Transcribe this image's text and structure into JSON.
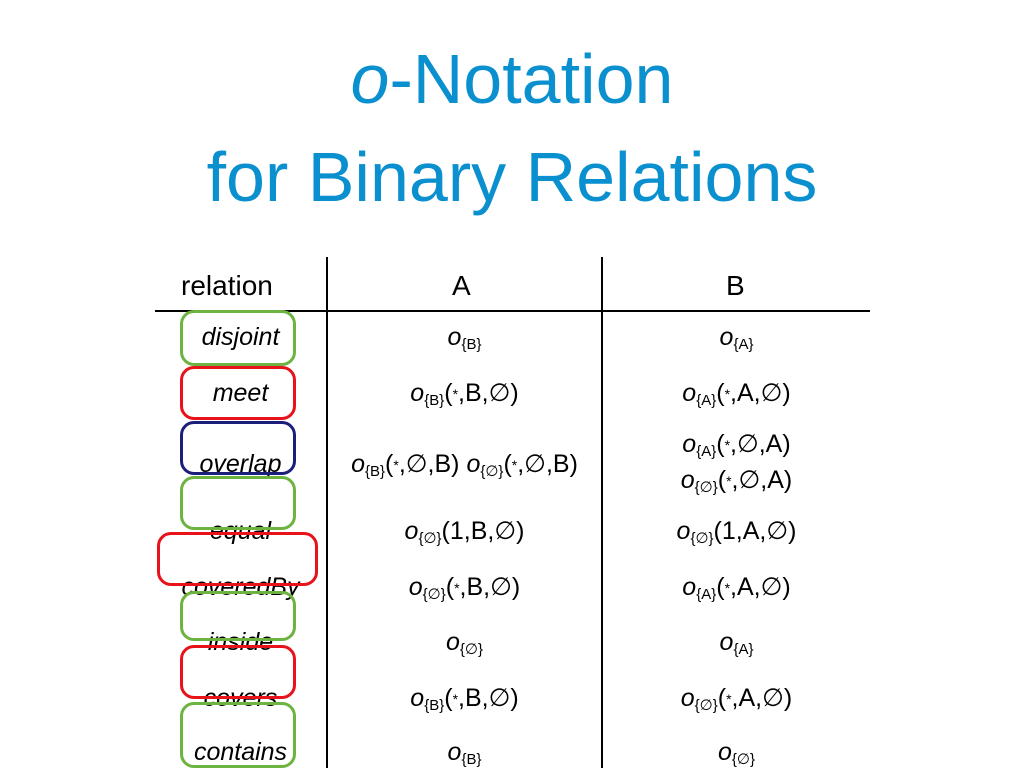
{
  "title": {
    "line1_italic": "o",
    "line1_rest": "-Notation",
    "line2": "for Binary Relations"
  },
  "table": {
    "headers": [
      "relation",
      "A",
      "B"
    ],
    "rows": [
      {
        "relation": "disjoint",
        "a": [
          {
            "sub": "{B}",
            "args": ""
          }
        ],
        "b": [
          {
            "sub": "{A}",
            "args": ""
          }
        ]
      },
      {
        "relation": "meet",
        "a": [
          {
            "sub": "{B}",
            "args": ",B,∅)"
          }
        ],
        "b": [
          {
            "sub": "{A}",
            "args": ",A,∅)"
          }
        ]
      },
      {
        "relation": "overlap",
        "a": [
          {
            "sub": "{B}",
            "args": ",∅,B)"
          },
          {
            "sub": "{∅}",
            "args": ",∅,B)"
          }
        ],
        "b": [
          {
            "sub": "{A}",
            "args": ",∅,A)"
          },
          {
            "sub": "{∅}",
            "args": ",∅,A)"
          }
        ]
      },
      {
        "relation": "equal",
        "a": [
          {
            "sub": "{∅}",
            "args": "(1,B,∅)"
          }
        ],
        "b": [
          {
            "sub": "{∅}",
            "args": "(1,A,∅)"
          }
        ]
      },
      {
        "relation": "coveredBy",
        "a": [
          {
            "sub": "{∅}",
            "args": ",B,∅)"
          }
        ],
        "b": [
          {
            "sub": "{A}",
            "args": ",A,∅)"
          }
        ]
      },
      {
        "relation": "inside",
        "a": [
          {
            "sub": "{∅}",
            "args": ""
          }
        ],
        "b": [
          {
            "sub": "{A}",
            "args": ""
          }
        ]
      },
      {
        "relation": "covers",
        "a": [
          {
            "sub": "{B}",
            "args": ",B,∅)"
          }
        ],
        "b": [
          {
            "sub": "{∅}",
            "args": ",A,∅)"
          }
        ]
      },
      {
        "relation": "contains",
        "a": [
          {
            "sub": "{B}",
            "args": ""
          }
        ],
        "b": [
          {
            "sub": "{∅}",
            "args": ""
          }
        ]
      }
    ],
    "op_symbol": "o",
    "paren_open": "(",
    "star_symbol": "*"
  },
  "highlight_colors": {
    "green": "#6db33f",
    "red": "#e8121a",
    "navy": "#1c1f7a"
  }
}
